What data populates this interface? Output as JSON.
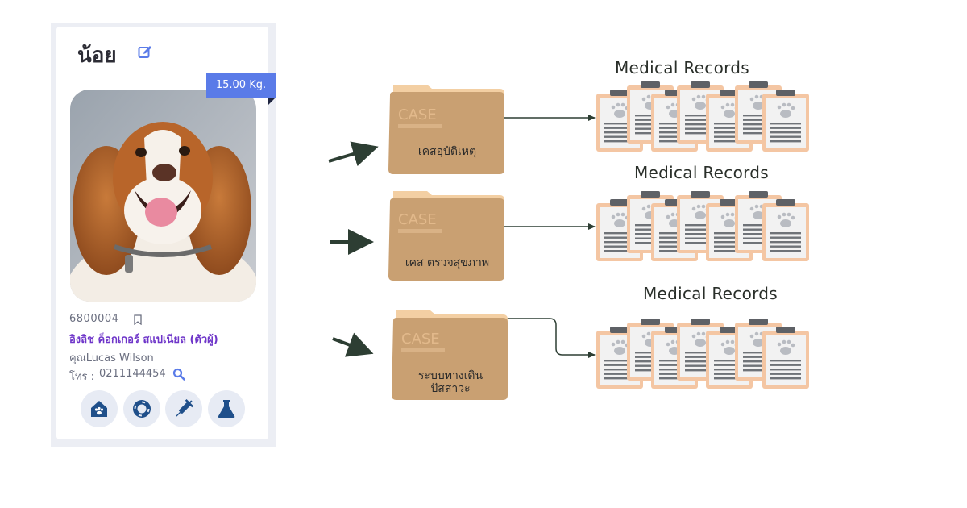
{
  "pet_card": {
    "name": "น้อย",
    "weight": "15.00 Kg.",
    "id": "6800004",
    "breed": "อิงลิช ค็อกเกอร์ สแปเนียล (ตัวผู้)",
    "owner": "คุณLucas  Wilson",
    "phone_label": "โทร :",
    "phone": "0211144454",
    "icons": {
      "edit": "edit-icon",
      "bookmark": "bookmark-icon",
      "search": "search-icon",
      "actions": [
        "pet-house-icon",
        "lifebuoy-icon",
        "syringe-icon",
        "flask-icon"
      ]
    },
    "colors": {
      "accent": "#5a7be8",
      "breed": "#6e35c9"
    }
  },
  "cases": [
    {
      "folder_tab_text": "CASE",
      "label": "เคสอุบัติเหตุ",
      "records_title": "Medical Records"
    },
    {
      "folder_tab_text": "CASE",
      "label": "เคส ตรวจสุขภาพ",
      "records_title": "Medical Records"
    },
    {
      "folder_tab_text": "CASE",
      "label_line1": "ระบบทางเดิน",
      "label_line2": "ปัสสาวะ",
      "records_title": "Medical Records"
    }
  ],
  "colors": {
    "folder": "#c9a072",
    "folder_back": "#f3cfa3",
    "clipboard_border": "#f4c6a3",
    "arrow": "#2d3e33"
  }
}
